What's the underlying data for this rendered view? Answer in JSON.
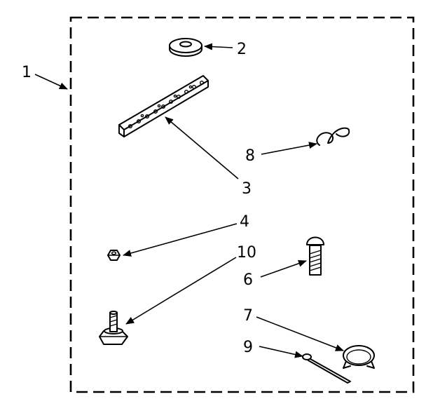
{
  "callouts": {
    "c1": "1",
    "c2": "2",
    "c3": "3",
    "c4": "4",
    "c6": "6",
    "c7": "7",
    "c8": "8",
    "c9": "9",
    "c10": "10"
  },
  "colors": {
    "ink": "#000000",
    "background": "#ffffff"
  }
}
